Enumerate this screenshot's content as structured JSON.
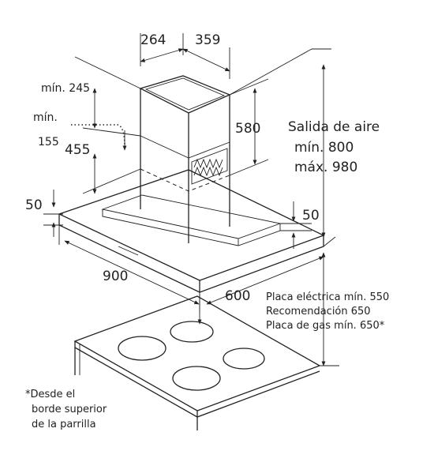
{
  "dimensions": {
    "chimney_width": "264",
    "chimney_depth": "359",
    "min_245": "mín. 245",
    "min_label": "mín.",
    "min_155": "155",
    "d455": "455",
    "d580": "580",
    "d50_left": "50",
    "d50_right": "50",
    "d900": "900",
    "d600": "600"
  },
  "air_outlet": {
    "title": "Salida de aire",
    "min": "mín. 800",
    "max": "máx. 980"
  },
  "hob_notes": {
    "line1": "Placa eléctrica mín. 550",
    "line2": "Recomendación 650",
    "line3": "Placa de gas mín. 650*"
  },
  "footnote": {
    "line1": "*Desde el",
    "line2": "borde superior",
    "line3": "de la parrilla"
  }
}
